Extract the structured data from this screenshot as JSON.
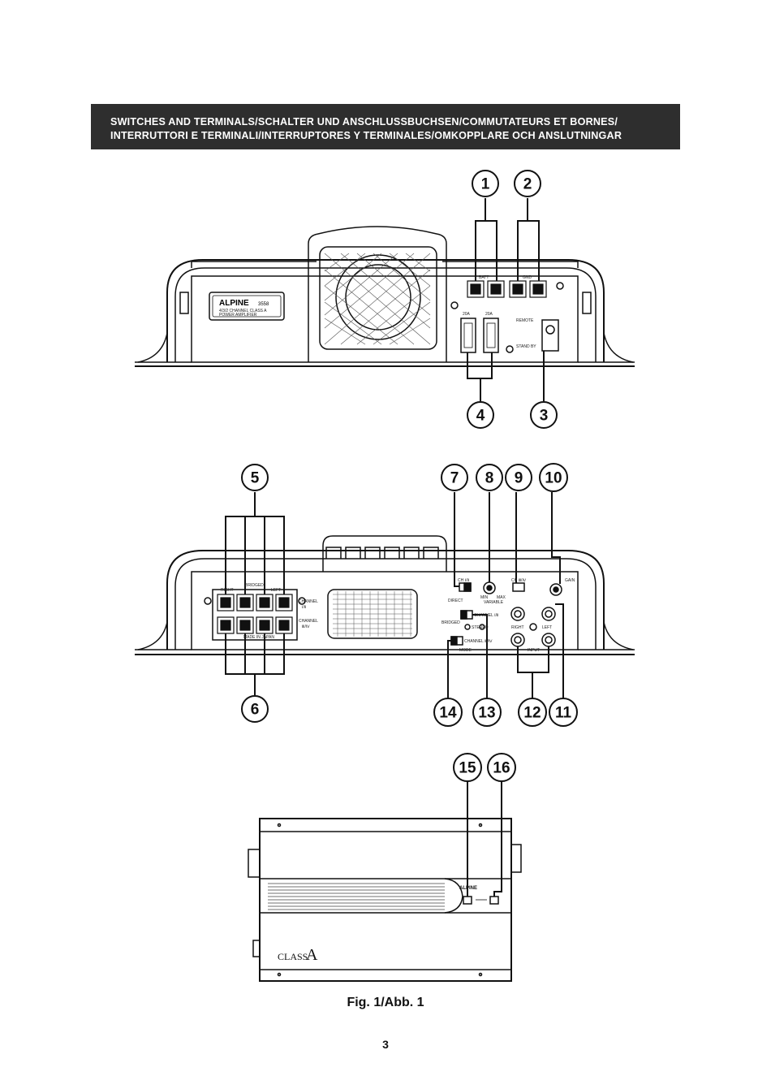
{
  "header": {
    "line1": "SWITCHES AND TERMINALS/SCHALTER UND ANSCHLUSSBUCHSEN/COMMUTATEURS ET BORNES/",
    "line2": "INTERRUTTORI E TERMINALI/INTERRUPTORES Y TERMINALES/OMKOPPLARE OCH ANSLUTNINGAR"
  },
  "callouts": {
    "c1": "1",
    "c2": "2",
    "c3": "3",
    "c4": "4",
    "c5": "5",
    "c6": "6",
    "c7": "7",
    "c8": "8",
    "c9": "9",
    "c10": "10",
    "c11": "11",
    "c12": "12",
    "c13": "13",
    "c14": "14",
    "c15": "15",
    "c16": "16"
  },
  "top_panel": {
    "brand": "ALPINE",
    "model": "3558",
    "subtitle1": "4/3/2 CHANNEL CLASS A",
    "subtitle2": "POWER AMPLIFIER",
    "batt": "BATT",
    "gnd": "GND",
    "fuse1": "20A",
    "fuse2": "20A",
    "remote": "REMOTE",
    "standby": "STAND BY"
  },
  "rear_panel": {
    "right": "RIGHT",
    "bridged": "BRIDGED",
    "left": "LEFT",
    "channel_top": "CHANNEL",
    "channel_top_num": "Ⅰ/Ⅱ",
    "channel_bottom": "CHANNEL",
    "channel_bottom_num": "Ⅲ/Ⅳ",
    "made_in": "MADE IN JAPAN",
    "ch_switch_1": "CH Ⅰ/Ⅱ",
    "ch_switch_2": "CH Ⅲ/Ⅳ",
    "direct": "DIRECT",
    "variable": "VARIABLE",
    "min": "MIN",
    "max": "MAX",
    "gain": "GAIN",
    "channel_12": "CHANNEL Ⅰ/Ⅱ",
    "channel_34": "CHANNEL Ⅲ/Ⅳ",
    "bridged_label": "BRIDGED",
    "stereo": "STEREO",
    "mode": "MODE",
    "input": "INPUT",
    "in_right": "RIGHT",
    "in_left": "LEFT"
  },
  "side_view": {
    "class_text": "CLASS",
    "class_letter": "A",
    "brand": "ALPINE"
  },
  "caption": "Fig. 1/Abb. 1",
  "page_number": "3"
}
